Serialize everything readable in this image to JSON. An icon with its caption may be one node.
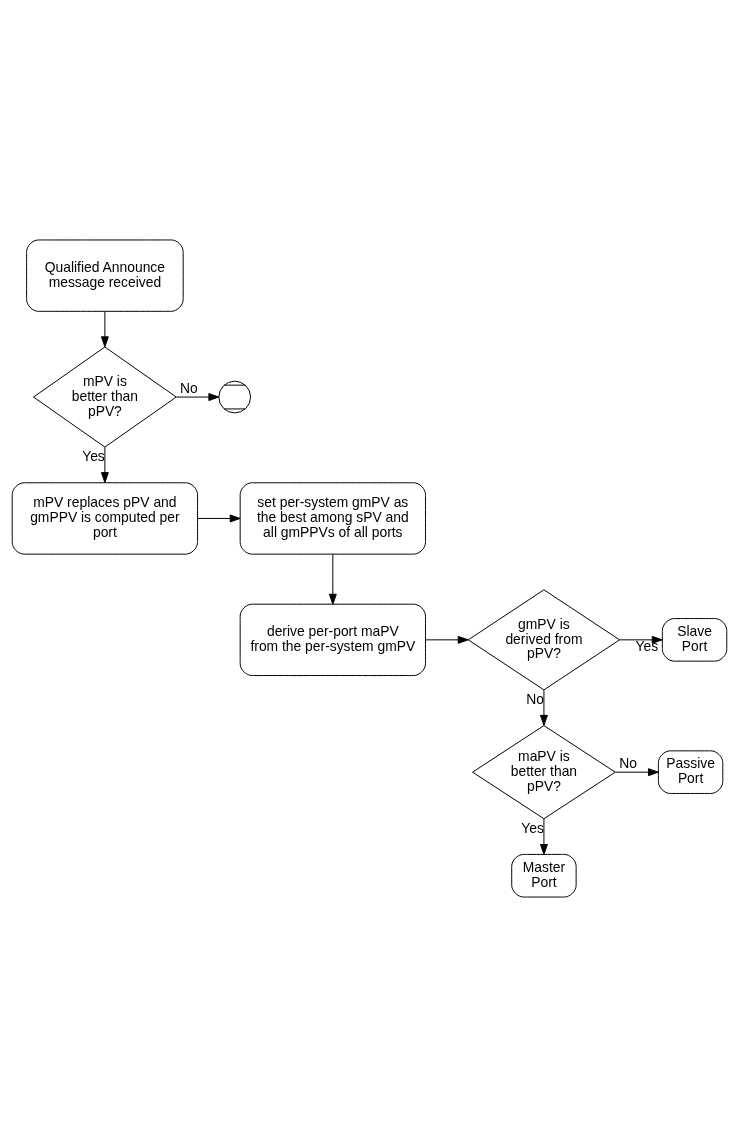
{
  "diagram": {
    "nodes": [
      {
        "text": [
          "Qualified Announce message received"
        ]
      },
      {
        "text": [
          "mPV is better than pPV?"
        ]
      },
      {
        "text": [],
        "shape": "circle"
      },
      {
        "text": [
          "mPV replaces pPV and gmPPV is computed per port"
        ]
      },
      {
        "text": [
          "set per-system gmPV as the best among sPV and all gmPPVs of all ports"
        ]
      },
      {
        "text": [
          "derive per-port maPV from the per-system gmPV"
        ]
      },
      {
        "text": [
          "gmPV is derived from pPV?"
        ]
      },
      {
        "text": [
          "Slave Port"
        ]
      },
      {
        "text": [
          "maPV is better than pPV?"
        ]
      },
      {
        "text": [
          "Passive Port"
        ]
      },
      {
        "text": [
          "Master Port"
        ]
      }
    ],
    "edges": [
      {
        "from": 0,
        "to": 1,
        "arrow": "to"
      },
      {
        "from": 1,
        "to": 2,
        "arrow": "to",
        "label": "No"
      },
      {
        "from": 1,
        "to": 3,
        "arrow": "to",
        "label": "Yes"
      },
      {
        "from": 3,
        "to": 4,
        "arrow": "to"
      },
      {
        "from": 4,
        "to": 5,
        "arrow": "to"
      },
      {
        "from": 5,
        "to": 6,
        "arrow": "to"
      },
      {
        "from": 6,
        "to": 7,
        "arrow": "to",
        "label": "Yes"
      },
      {
        "from": 6,
        "to": 8,
        "arrow": "to",
        "label": "No"
      },
      {
        "from": 8,
        "to": 9,
        "arrow": "to",
        "label": "No"
      },
      {
        "from": 8,
        "to": 10,
        "arrow": "to",
        "label": "Yes"
      }
    ]
  }
}
